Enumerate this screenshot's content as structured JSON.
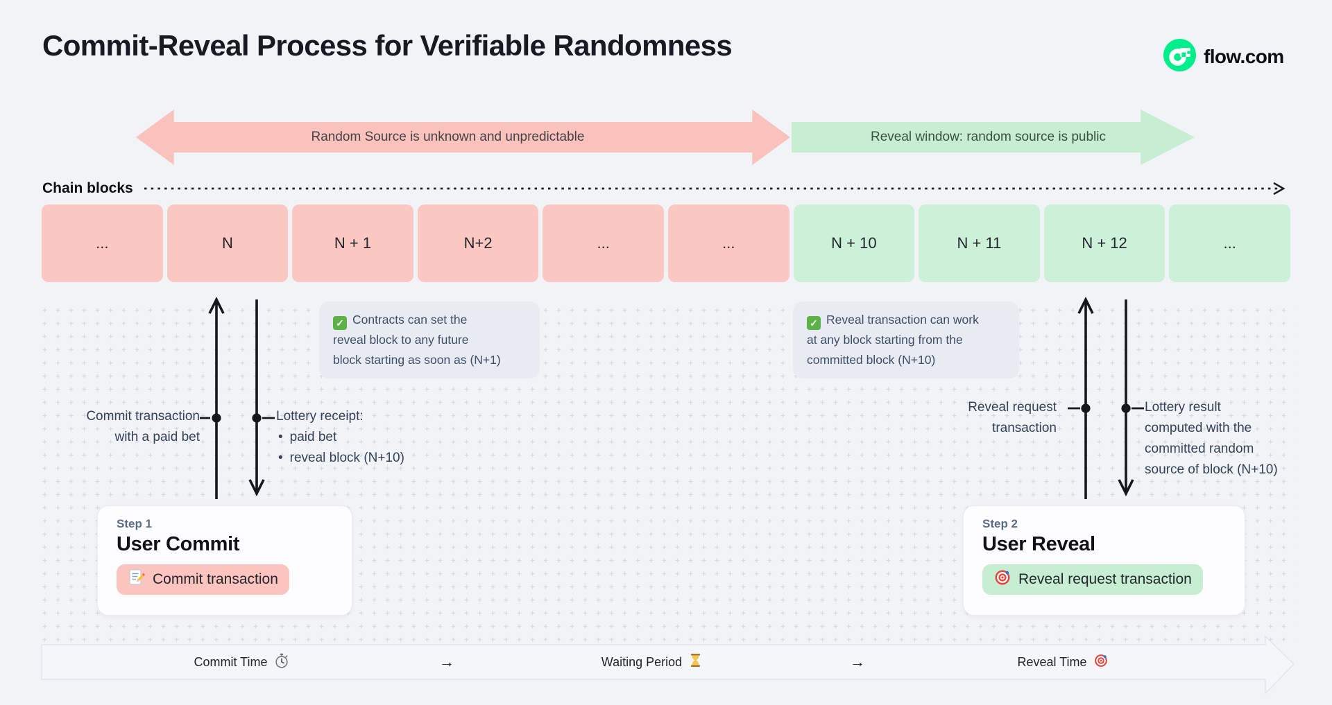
{
  "page": {
    "title": "Commit-Reveal Process for Verifiable Randomness",
    "brand": {
      "name": "flow.com",
      "logo_icon": "flow-logo-icon",
      "logo_color": "#00ef8b"
    }
  },
  "banners": {
    "commit": {
      "label": "Random Source is unknown and unpredictable",
      "color": "#f9c2bc"
    },
    "reveal": {
      "label": "Reveal window: random source is public",
      "color": "#c7edd3"
    }
  },
  "timeline": {
    "label": "Chain blocks"
  },
  "blocks": [
    {
      "label": "...",
      "phase": "commit"
    },
    {
      "label": "N",
      "phase": "commit"
    },
    {
      "label": "N + 1",
      "phase": "commit"
    },
    {
      "label": "N+2",
      "phase": "commit"
    },
    {
      "label": "...",
      "phase": "commit"
    },
    {
      "label": "...",
      "phase": "commit"
    },
    {
      "label": "N + 10",
      "phase": "reveal"
    },
    {
      "label": "N + 11",
      "phase": "reveal"
    },
    {
      "label": "N + 12",
      "phase": "reveal"
    },
    {
      "label": "...",
      "phase": "reveal"
    }
  ],
  "notes": {
    "commit": {
      "icon": "check-icon",
      "lines": [
        "Contracts can set the",
        "reveal block to any future",
        "block starting as soon as (N+1)"
      ]
    },
    "reveal": {
      "icon": "check-icon",
      "lines": [
        "Reveal transaction can work",
        "at any block starting from the",
        "committed block (N+10)"
      ]
    }
  },
  "flows": {
    "commit_up": {
      "lines": [
        "Commit transaction",
        "with a paid bet"
      ]
    },
    "commit_down": {
      "title": "Lottery receipt:",
      "bullets": [
        "paid bet",
        "reveal block (N+10)"
      ]
    },
    "reveal_up": {
      "lines": [
        "Reveal request",
        "transaction"
      ]
    },
    "reveal_down": {
      "lines": [
        "Lottery result",
        "computed with the",
        "committed random",
        "source of block (N+10)"
      ]
    }
  },
  "steps": {
    "commit": {
      "step": "Step 1",
      "title": "User Commit",
      "action": "Commit transaction",
      "icon": "memo-icon"
    },
    "reveal": {
      "step": "Step 2",
      "title": "User Reveal",
      "action": "Reveal request transaction",
      "icon": "target-icon"
    }
  },
  "footer": {
    "items": [
      {
        "label": "Commit Time",
        "icon": "stopwatch-icon"
      },
      {
        "label": "→",
        "icon": "arrow-right"
      },
      {
        "label": "Waiting Period",
        "icon": "hourglass-icon"
      },
      {
        "label": "→",
        "icon": "arrow-right"
      },
      {
        "label": "Reveal Time",
        "icon": "target-icon"
      }
    ]
  },
  "colors": {
    "background": "#f2f3f7",
    "commit_pink_block": "#fbc7c2",
    "commit_pink_banner": "#f9c2bc",
    "reveal_green_block": "#cdf0d8",
    "reveal_green_banner": "#c7edd3",
    "flow_green": "#00ef8b",
    "ink": "#15171d",
    "slate_text": "#334258",
    "note_bg": "#e9ebf2"
  }
}
